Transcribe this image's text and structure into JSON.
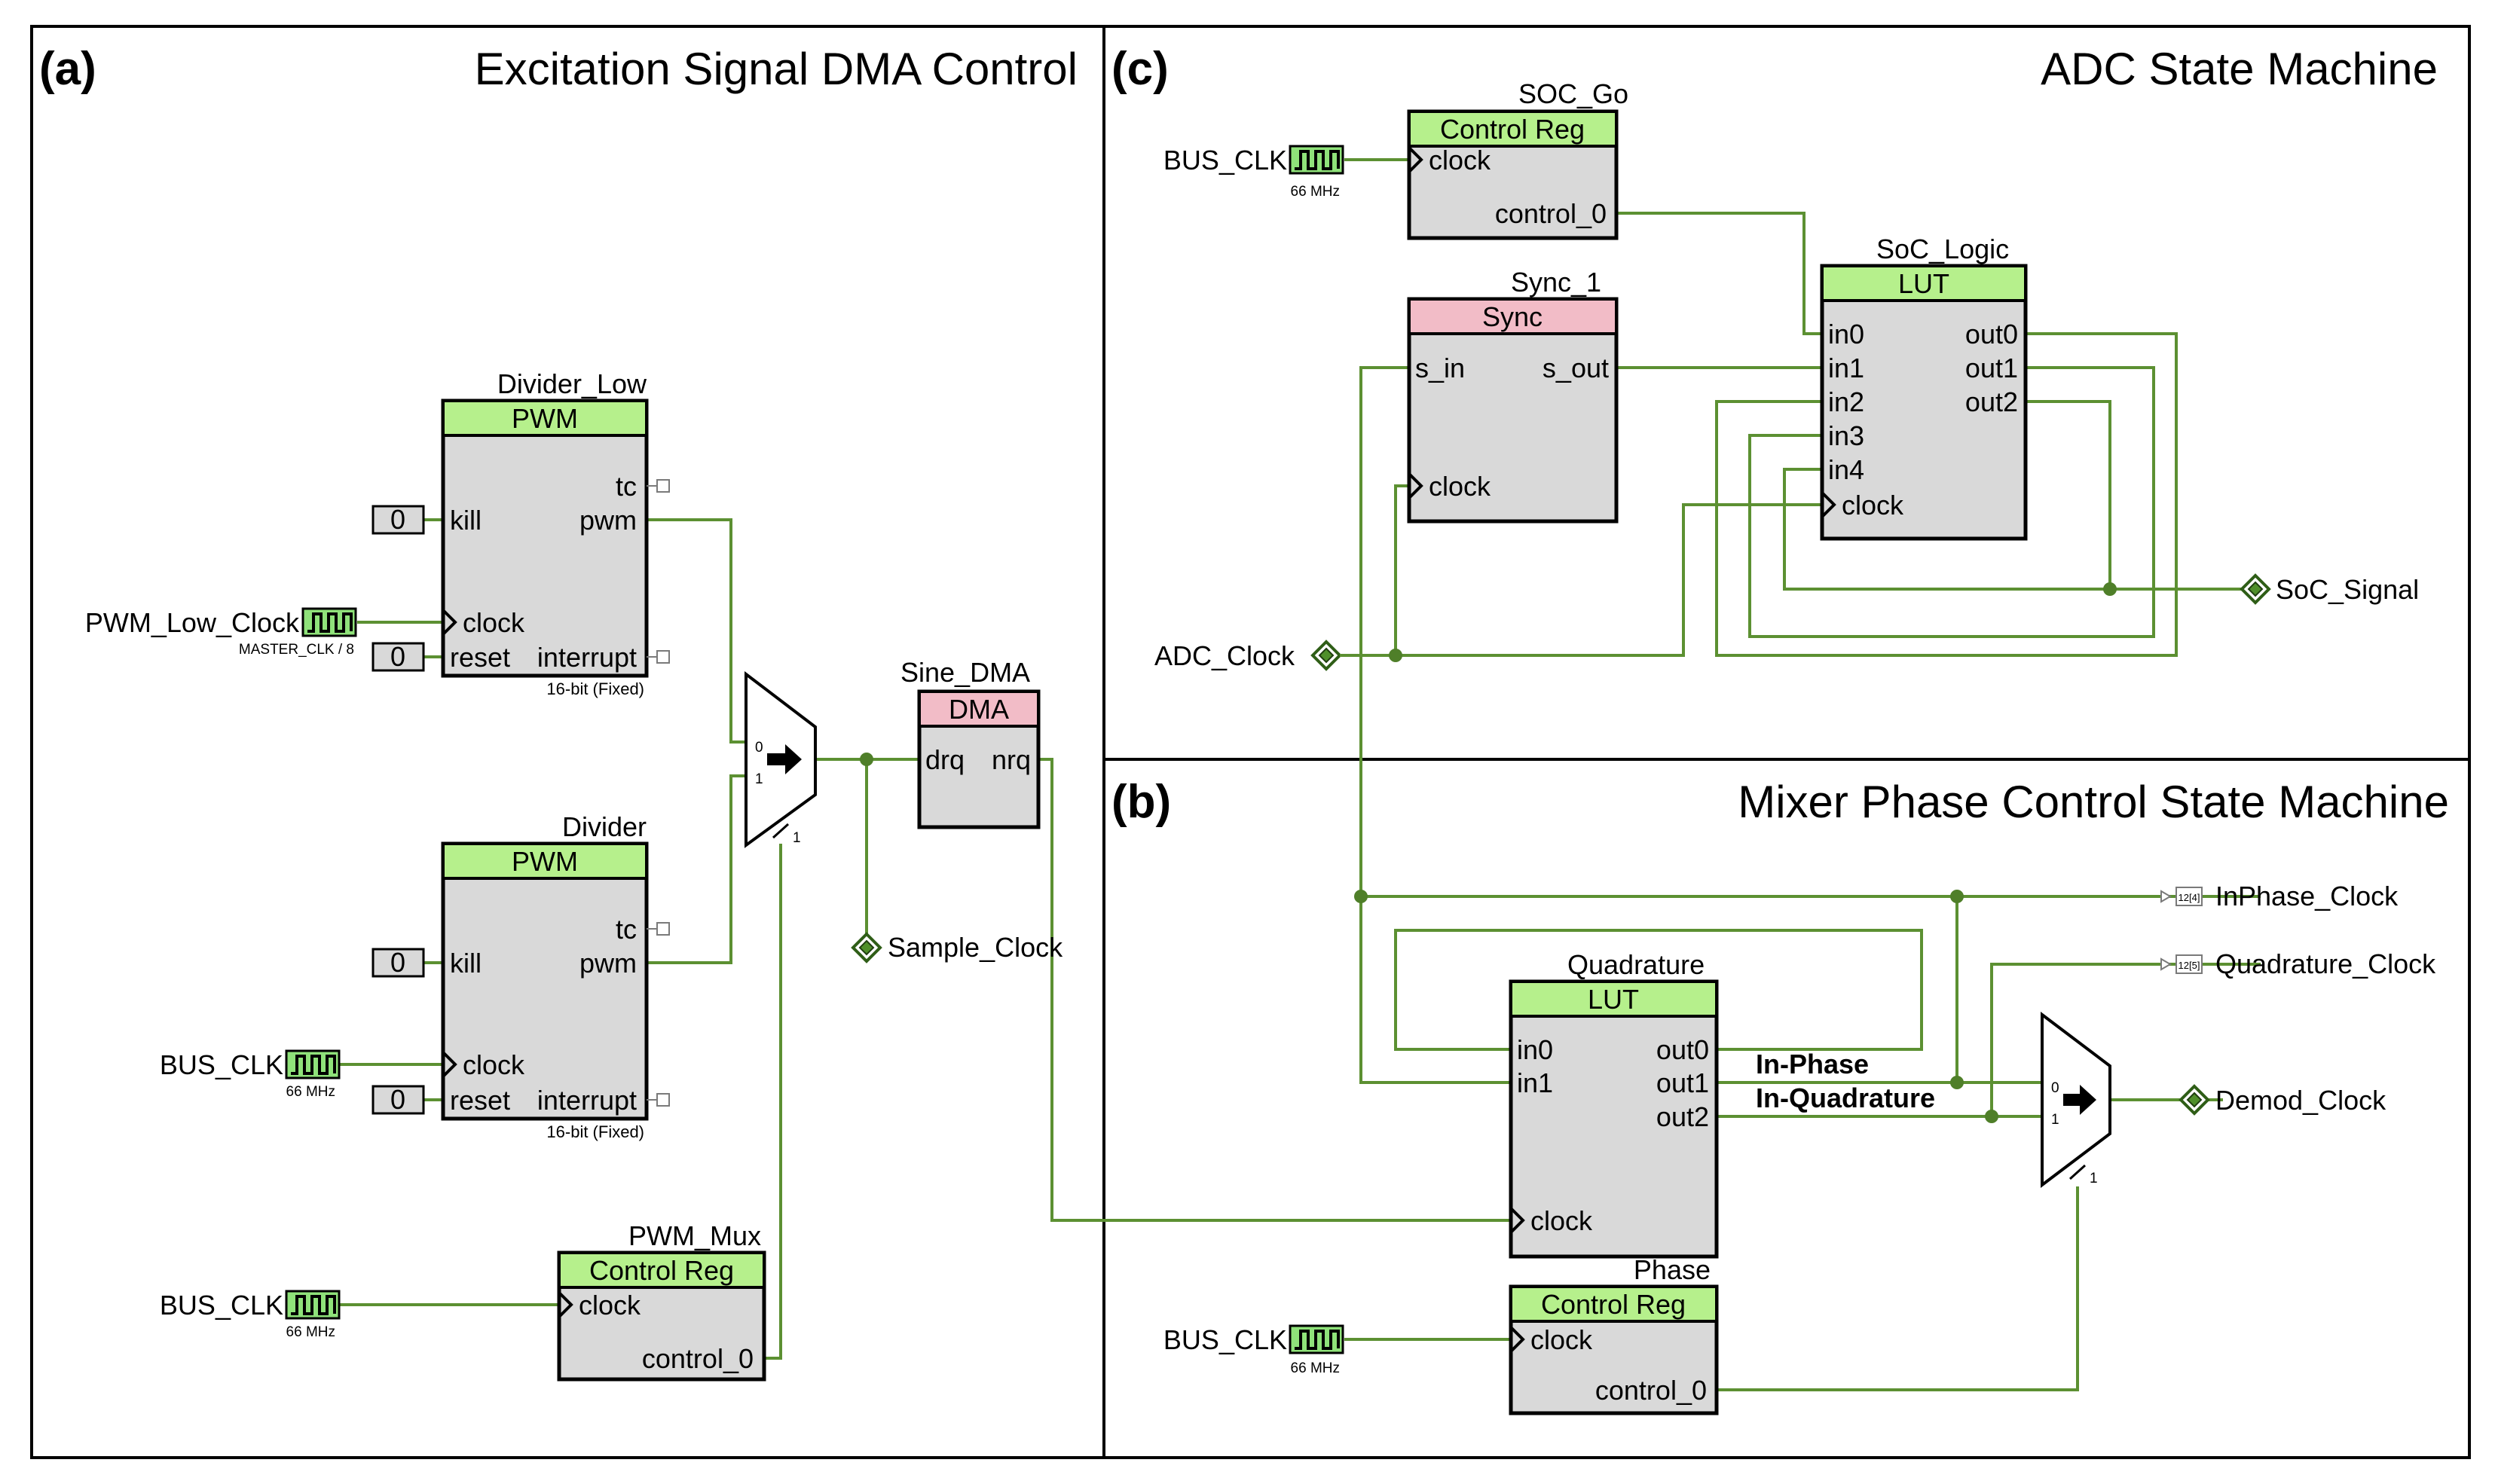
{
  "panels": {
    "a": {
      "letter": "(a)",
      "title": "Excitation Signal DMA Control"
    },
    "b": {
      "letter": "(b)",
      "title": "Mixer Phase Control State Machine"
    },
    "c": {
      "letter": "(c)",
      "title": "ADC State Machine"
    }
  },
  "blocks": {
    "divider_low": {
      "instance": "Divider_Low",
      "type": "PWM",
      "pins": {
        "tc": "tc",
        "kill": "kill",
        "pwm": "pwm",
        "clock": "clock",
        "reset": "reset",
        "interrupt": "interrupt"
      },
      "footer": "16-bit (Fixed)",
      "const_kill": "0",
      "const_reset": "0"
    },
    "divider": {
      "instance": "Divider",
      "type": "PWM",
      "pins": {
        "tc": "tc",
        "kill": "kill",
        "pwm": "pwm",
        "clock": "clock",
        "reset": "reset",
        "interrupt": "interrupt"
      },
      "footer": "16-bit (Fixed)",
      "const_kill": "0",
      "const_reset": "0"
    },
    "pwm_mux": {
      "instance": "PWM_Mux",
      "type": "Control Reg",
      "pins": {
        "clock": "clock",
        "control_0": "control_0"
      }
    },
    "sine_dma": {
      "instance": "Sine_DMA",
      "type": "DMA",
      "pins": {
        "drq": "drq",
        "nrq": "nrq"
      }
    },
    "soc_go": {
      "instance": "SOC_Go",
      "type": "Control Reg",
      "pins": {
        "clock": "clock",
        "control_0": "control_0"
      }
    },
    "sync_1": {
      "instance": "Sync_1",
      "type": "Sync",
      "pins": {
        "s_in": "s_in",
        "s_out": "s_out",
        "clock": "clock"
      }
    },
    "soc_logic": {
      "instance": "SoC_Logic",
      "type": "LUT",
      "pins": {
        "in0": "in0",
        "in1": "in1",
        "in2": "in2",
        "in3": "in3",
        "in4": "in4",
        "clock": "clock",
        "out0": "out0",
        "out1": "out1",
        "out2": "out2"
      }
    },
    "quadrature": {
      "instance": "Quadrature",
      "type": "LUT",
      "pins": {
        "in0": "in0",
        "in1": "in1",
        "out0": "out0",
        "out1": "out1",
        "out2": "out2",
        "clock": "clock"
      }
    },
    "phase": {
      "instance": "Phase",
      "type": "Control Reg",
      "pins": {
        "clock": "clock",
        "control_0": "control_0"
      }
    }
  },
  "clocks": {
    "pwm_low_clock": {
      "name": "PWM_Low_Clock",
      "freq": "MASTER_CLK / 8"
    },
    "bus_clk_a1": {
      "name": "BUS_CLK",
      "freq": "66 MHz"
    },
    "bus_clk_a2": {
      "name": "BUS_CLK",
      "freq": "66 MHz"
    },
    "bus_clk_c": {
      "name": "BUS_CLK",
      "freq": "66 MHz"
    },
    "bus_clk_b": {
      "name": "BUS_CLK",
      "freq": "66 MHz"
    }
  },
  "ports": {
    "sample_clock": "Sample_Clock",
    "adc_clock": "ADC_Clock",
    "soc_signal": "SoC_Signal",
    "inphase_clock": "InPhase_Clock",
    "quadrature_clock": "Quadrature_Clock",
    "demod_clock": "Demod_Clock"
  },
  "port_tags": {
    "inphase": "12[4]",
    "quadrature": "12[5]"
  },
  "wire_labels": {
    "in_phase": "In-Phase",
    "in_quadrature": "In-Quadrature"
  },
  "mux": {
    "a": {
      "in0": "0",
      "in1": "1",
      "sel": "1"
    },
    "b": {
      "in0": "0",
      "in1": "1",
      "sel": "1"
    }
  },
  "colors": {
    "wire": "#5c9032",
    "header_green": "#b6f08c",
    "header_pink": "#f2bcc7",
    "block_fill": "#d9d9d9"
  }
}
